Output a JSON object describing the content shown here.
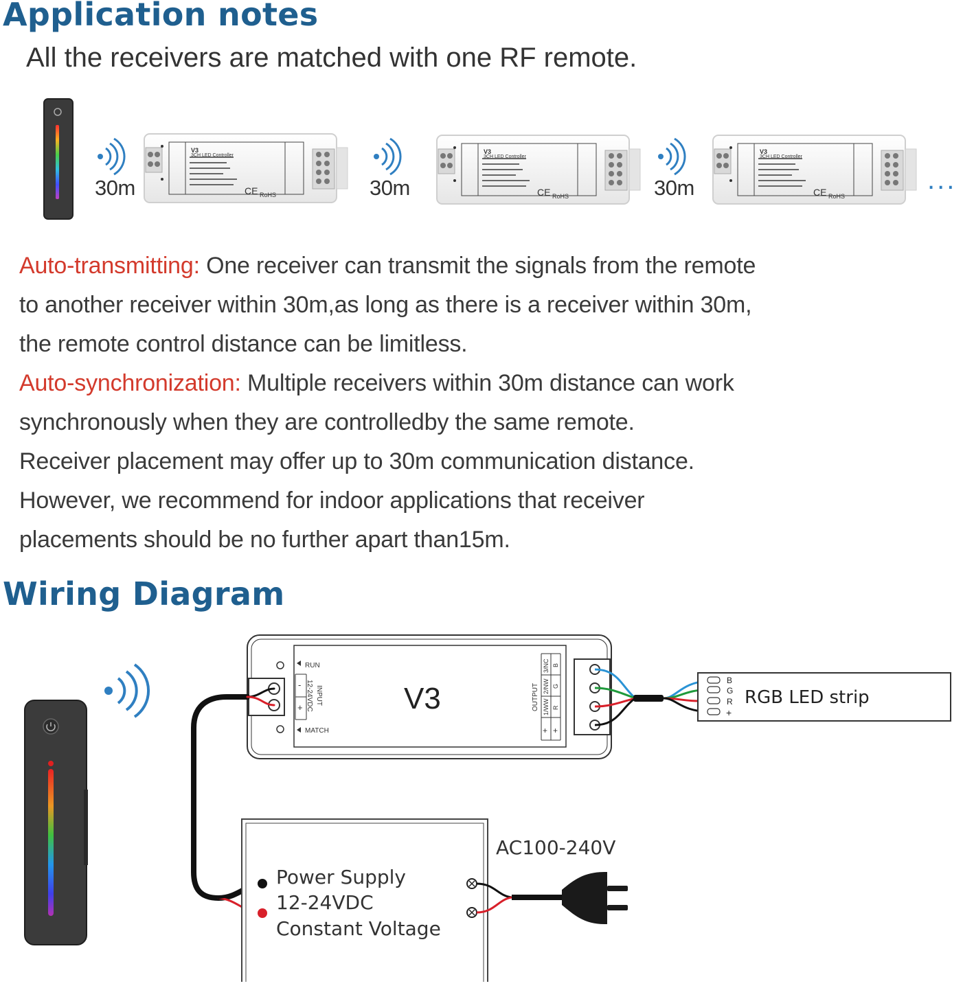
{
  "application_notes": {
    "title": "Application notes",
    "subtitle": "All the receivers are matched with one RF remote.",
    "distance_label": "30m",
    "more_indicator": "...",
    "receiver_label": {
      "model": "V3",
      "product": "3CH LED Controller",
      "ce": "CE",
      "rohs": "RoHS"
    }
  },
  "description": {
    "auto_transmitting_term": "Auto-transmitting:",
    "auto_transmitting_line1": " One receiver can transmit the signals from the remote",
    "auto_transmitting_line2": "to another receiver within 30m,as long as there is a receiver within 30m,",
    "auto_transmitting_line3": "the remote control distance can be limitless.",
    "auto_sync_term": "Auto-synchronization:",
    "auto_sync_line1": " Multiple receivers within 30m distance can work",
    "auto_sync_line2": "synchronously when they are controlledby the same remote.",
    "placement_line1": "Receiver placement may offer up to 30m communication distance.",
    "placement_line2": "However, we recommend for indoor applications that receiver",
    "placement_line3": "placements should be no further apart than15m."
  },
  "wiring": {
    "title": "Wiring Diagram",
    "controller_model": "V3",
    "run_label": "RUN",
    "match_label": "MATCH",
    "input_label": "INPUT",
    "input_voltage": "12-24VDC",
    "input_minus": "-",
    "input_plus": "+",
    "output_label": "OUTPUT",
    "output_channels": [
      "3/NC",
      "2/NW",
      "1/WW",
      "+"
    ],
    "output_colors": [
      "B",
      "G",
      "R",
      "+"
    ],
    "strip": {
      "pins": [
        "B",
        "G",
        "R",
        "+"
      ],
      "label": "RGB LED strip"
    },
    "power_supply": {
      "line1": "Power Supply",
      "line2": "12-24VDC",
      "line3": "Constant Voltage"
    },
    "ac_label": "AC100-240V"
  },
  "colors": {
    "heading": "#1f5f8f",
    "highlight": "#d33a2c",
    "wire_red": "#d8202a",
    "wire_green": "#1f9a3c",
    "wire_blue": "#2a93d5",
    "wire_black": "#111111"
  },
  "icons": [
    "rf-remote-icon",
    "signal-waves-icon",
    "receiver-module-icon",
    "power-plug-icon"
  ]
}
